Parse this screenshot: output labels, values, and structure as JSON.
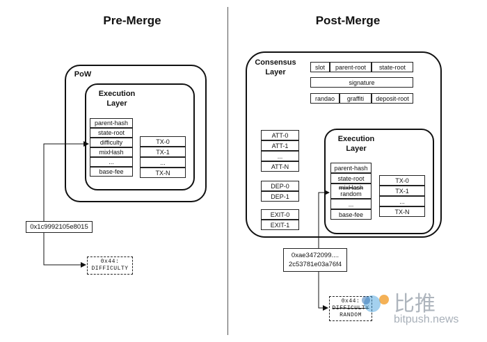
{
  "titles": {
    "pre": "Pre-Merge",
    "post": "Post-Merge"
  },
  "pre": {
    "pow": "PoW",
    "execution_label": "Execution\nLayer",
    "header_fields": [
      "parent-hash",
      "state-root",
      "difficulty",
      "mixHash",
      "...",
      "base-fee"
    ],
    "txs": [
      "TX-0",
      "TX-1",
      "...",
      "TX-N"
    ],
    "value": "0x1c9992105e8015",
    "opcode": "0x44:\nDIFFICULTY"
  },
  "post": {
    "consensus_label": "Consensus\nLayer",
    "row1": [
      "slot",
      "parent-root",
      "state-root"
    ],
    "signature": "signature",
    "row3": [
      "randao",
      "graffiti",
      "deposit-root"
    ],
    "attestations": [
      "ATT-0",
      "ATT-1",
      "...",
      "ATT-N"
    ],
    "deposits": [
      "DEP-0",
      "DEP-1"
    ],
    "exits": [
      "EXIT-0",
      "EXIT-1"
    ],
    "execution_label": "Execution\nLayer",
    "exec_fields": {
      "parent_hash": "parent-hash",
      "state_root": "state-root",
      "mixhash": "mixHash",
      "random": "random",
      "ellipsis": "...",
      "base_fee": "base-fee"
    },
    "txs": [
      "TX-0",
      "TX-1",
      "...",
      "TX-N"
    ],
    "value": "0xae3472099....\n2c53781e03a76f4",
    "opcode_line1": "0x44:",
    "opcode_line2": "DIFFICULTY",
    "opcode_line3": "RANDOM"
  },
  "watermark": {
    "brand": "比推",
    "site": "bitpush.news"
  }
}
